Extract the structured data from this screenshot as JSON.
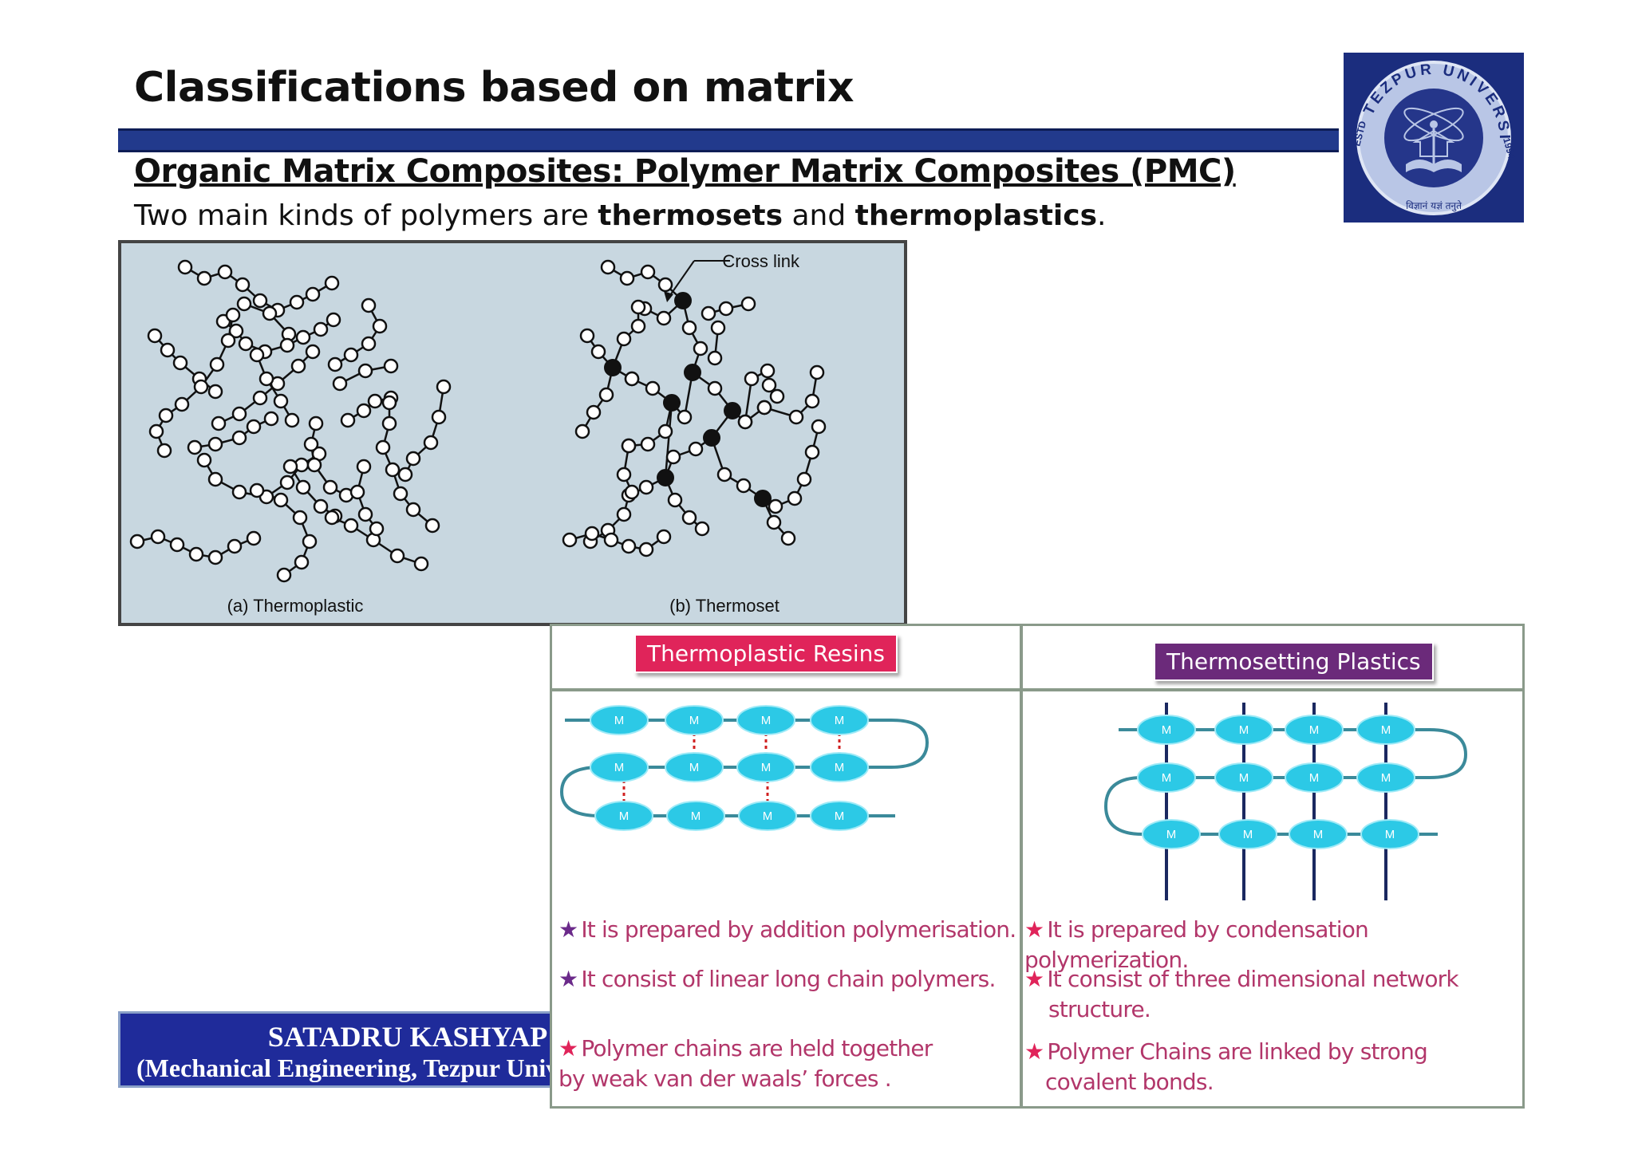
{
  "slide": {
    "title": "Classifications based on matrix",
    "subtitle": "Organic Matrix Composites: Polymer Matrix Composites (PMC)",
    "intro": {
      "prefix": "Two main kinds of polymers are ",
      "term1": "thermosets",
      "middle": " and ",
      "term2": "thermoplastics",
      "suffix": "."
    }
  },
  "logo": {
    "top_text": "TEZPUR UNIVERSITY",
    "left_text": "ESTD",
    "right_text": "1994",
    "bottom_text": "विज्ञानं यज्ञं तनुते"
  },
  "figure1": {
    "crosslink_label": "Cross link",
    "caption_a": "(a) Thermoplastic",
    "caption_b": "(b) Thermoset"
  },
  "footer": {
    "name": "SATADRU KASHYAP",
    "dept": "(Mechanical Engineering, Tezpur University)"
  },
  "comparison": {
    "left": {
      "header": "Thermoplastic Resins",
      "monomer_label": "M",
      "points": [
        "It is prepared by addition polymerisation.",
        "It consist of linear long chain polymers.",
        "Polymer chains are held together by weak van der waals’ forces ."
      ]
    },
    "right": {
      "header": "Thermosetting Plastics",
      "monomer_label": "M",
      "points": [
        "It is prepared by condensation polymerization.",
        "It consist of three dimensional network structure.",
        "Polymer Chains are linked by strong covalent bonds."
      ]
    }
  },
  "colors": {
    "title_bar": "#223a8c",
    "footer_bg": "#1f2b9a",
    "figure_bg": "#c8d7e0",
    "badge_red": "#e0245a",
    "badge_purple": "#6b2a7a",
    "monomer_cyan": "#2cc9e6",
    "point_text": "#b2366a"
  }
}
